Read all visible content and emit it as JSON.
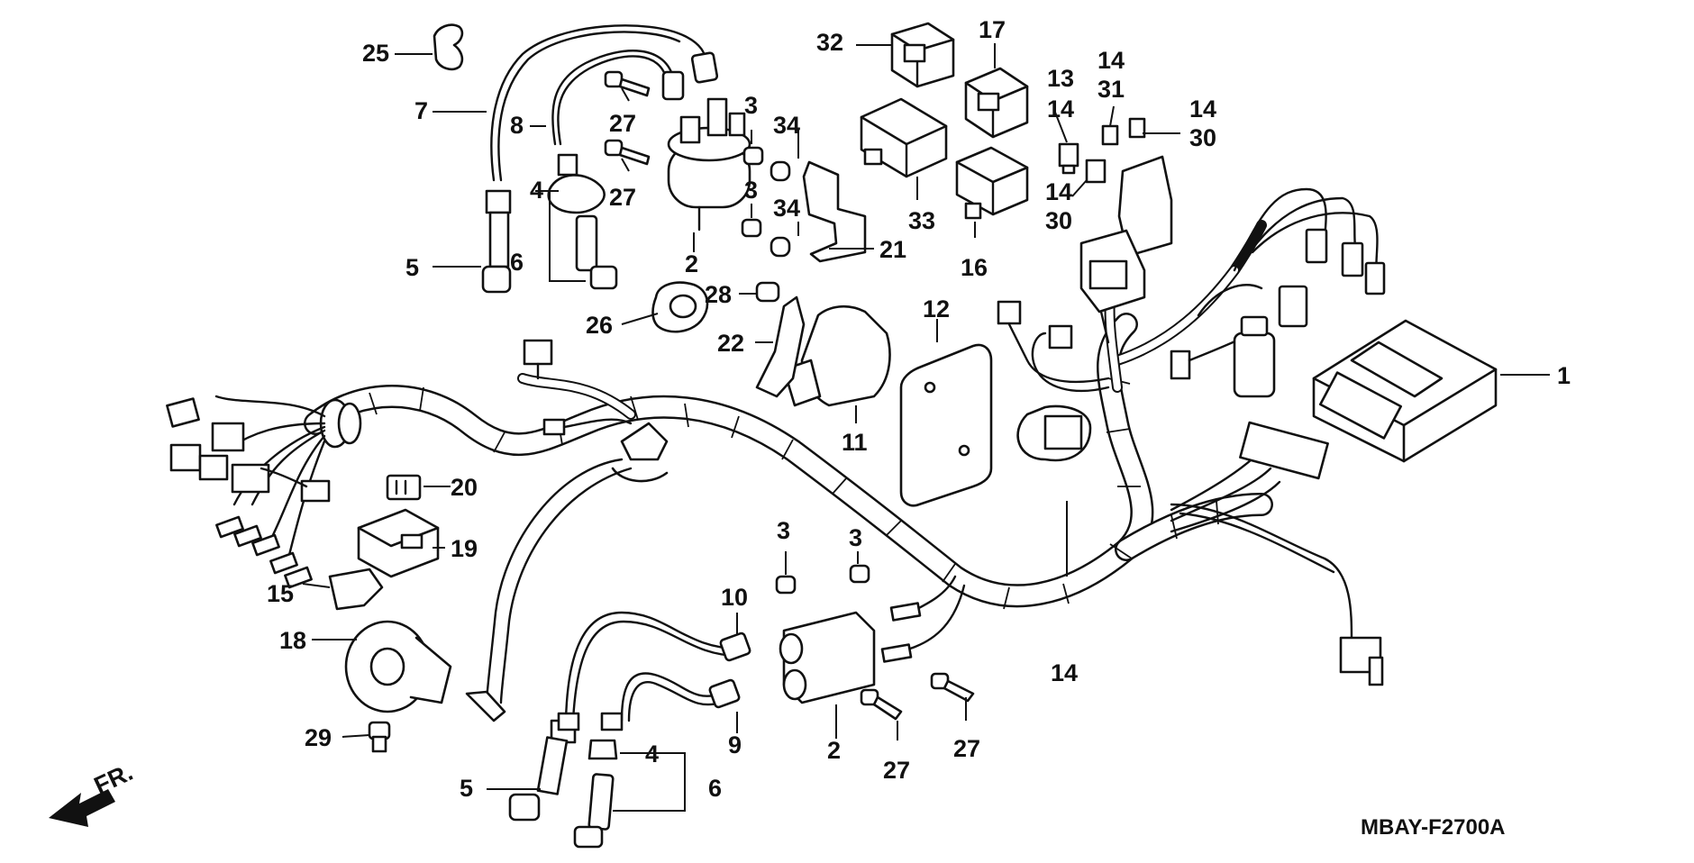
{
  "diagram": {
    "code": "MBAY-F2700A",
    "direction": "FR.",
    "labels": {
      "p1": "1",
      "p2a": "2",
      "p2b": "2",
      "p3a": "3",
      "p3b": "3",
      "p3c": "3",
      "p3d": "3",
      "p4a": "4",
      "p4b": "4",
      "p5a": "5",
      "p5b": "5",
      "p6a": "6",
      "p6b": "6",
      "p7": "7",
      "p8": "8",
      "p9": "9",
      "p10": "10",
      "p11": "11",
      "p12": "12",
      "p13": "13",
      "p14a": "14",
      "p14b": "14",
      "p14c": "14",
      "p14d": "14",
      "p14e": "14",
      "p15": "15",
      "p16": "16",
      "p17": "17",
      "p18": "18",
      "p19": "19",
      "p20": "20",
      "p21": "21",
      "p22": "22",
      "p25": "25",
      "p26": "26",
      "p27a": "27",
      "p27b": "27",
      "p27c": "27",
      "p27d": "27",
      "p28": "28",
      "p29": "29",
      "p30a": "30",
      "p30b": "30",
      "p31": "31",
      "p32": "32",
      "p33": "33",
      "p34a": "34",
      "p34b": "34"
    }
  }
}
